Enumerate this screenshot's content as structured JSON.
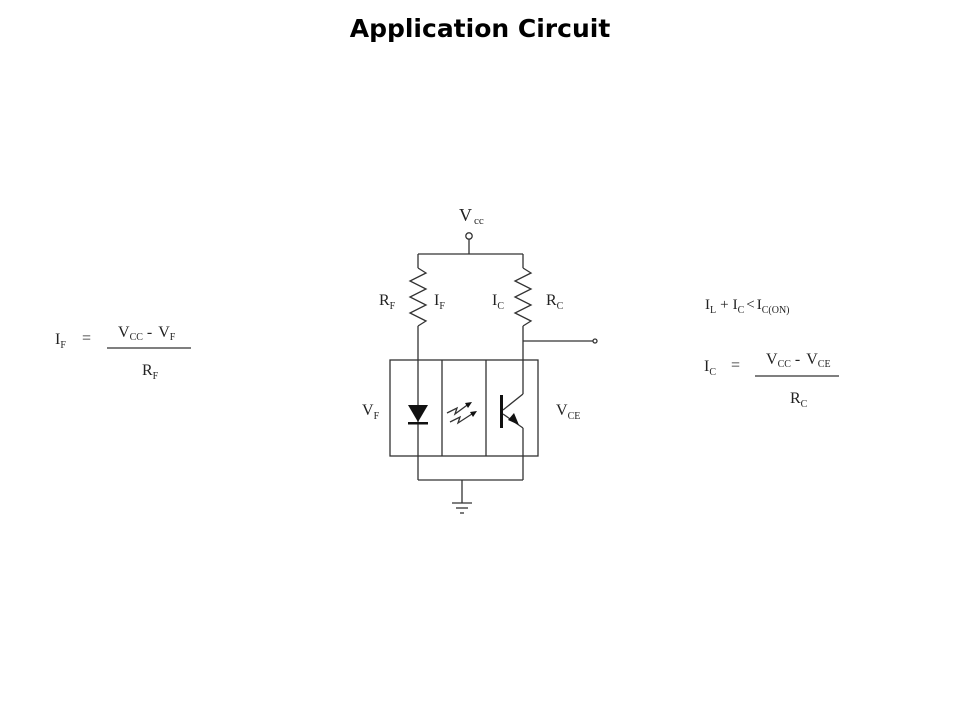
{
  "title": "Application Circuit",
  "colors": {
    "line": "#333333",
    "text": "#000000",
    "background": "#ffffff"
  },
  "circuit": {
    "supply": {
      "main": "V",
      "sub": "cc"
    },
    "resistor_left": {
      "main": "R",
      "sub": "F"
    },
    "current_left": {
      "main": "I",
      "sub": "F"
    },
    "current_right": {
      "main": "I",
      "sub": "C"
    },
    "resistor_right": {
      "main": "R",
      "sub": "C"
    },
    "voltage_diode": {
      "main": "V",
      "sub": "F"
    },
    "voltage_transistor": {
      "main": "V",
      "sub": "CE"
    },
    "components": [
      "resistor-RF",
      "resistor-RC",
      "led-diode",
      "light-emission",
      "phototransistor",
      "ground",
      "output-terminal",
      "vcc-terminal"
    ]
  },
  "equations": {
    "left": {
      "lhs": {
        "main": "I",
        "sub": "F"
      },
      "eq": "=",
      "num_a": {
        "main": "V",
        "sub": "CC"
      },
      "minus": "-",
      "num_b": {
        "main": "V",
        "sub": "F"
      },
      "den": {
        "main": "R",
        "sub": "F"
      }
    },
    "condition": {
      "a": {
        "main": "I",
        "sub": "L"
      },
      "plus": "+",
      "b": {
        "main": "I",
        "sub": "C"
      },
      "lt": "<",
      "c": {
        "main": "I",
        "sub": "C(ON)"
      }
    },
    "right": {
      "lhs": {
        "main": "I",
        "sub": "C"
      },
      "eq": "=",
      "num_a": {
        "main": "V",
        "sub": "CC"
      },
      "minus": "-",
      "num_b": {
        "main": "V",
        "sub": "CE"
      },
      "den": {
        "main": "R",
        "sub": "C"
      }
    }
  }
}
